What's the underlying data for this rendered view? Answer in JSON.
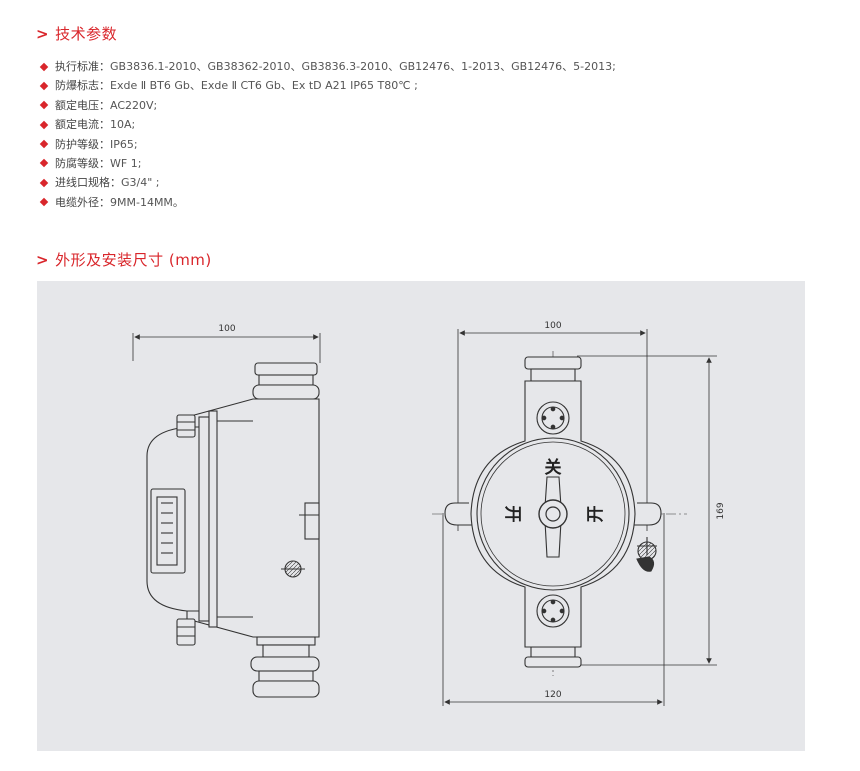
{
  "section1": {
    "chevron": ">",
    "title": "技术参数"
  },
  "specs": [
    {
      "label": "执行标准：",
      "value": "GB3836.1-2010、GB38362-2010、GB3836.3-2010、GB12476、1-2013、GB12476、5-2013;"
    },
    {
      "label": "防爆标志：",
      "value": "Exde Ⅱ BT6 Gb、Exde Ⅱ CT6 Gb、Ex tD A21 IP65 T80℃ ;"
    },
    {
      "label": "额定电压：",
      "value": "AC220V;"
    },
    {
      "label": "额定电流：",
      "value": "10A;"
    },
    {
      "label": "防护等级：",
      "value": "IP65;"
    },
    {
      "label": "防腐等级：",
      "value": "WF 1;"
    },
    {
      "label": "进线口规格：",
      "value": "G3/4\" ;"
    },
    {
      "label": "电缆外径：",
      "value": "9MM-14MM。"
    }
  ],
  "section2": {
    "chevron": ">",
    "title": "外形及安装尺寸 (mm)"
  },
  "drawing": {
    "side_width_label": "100",
    "front_width_label": "100",
    "front_height_label": "169",
    "front_base_label": "120",
    "switch_off_char": "关",
    "switch_on_left_char": "开",
    "switch_on_right_char": "开",
    "colors": {
      "background": "#e6e7ea",
      "line": "#333333",
      "accent": "#d9262b"
    }
  }
}
